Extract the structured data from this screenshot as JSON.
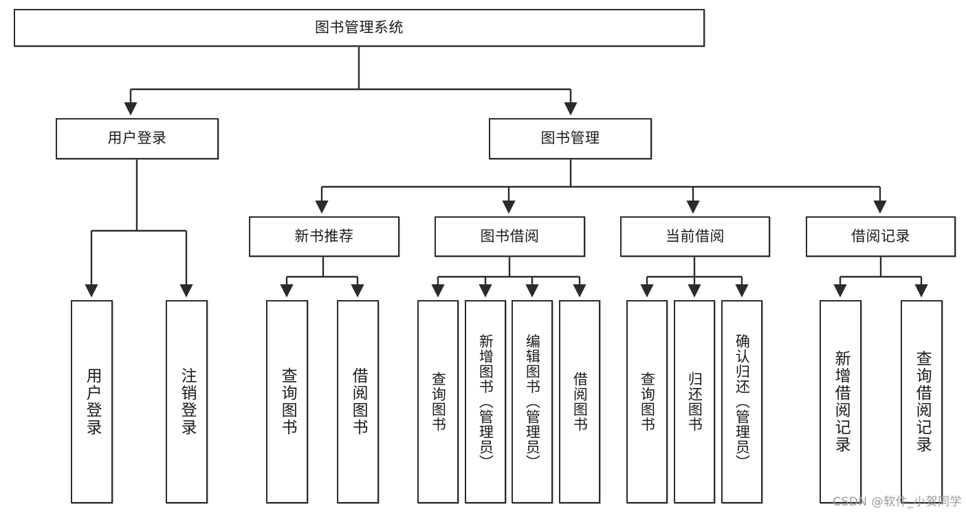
{
  "diagram": {
    "title": "图书管理系统",
    "watermark": "CSDN @软件_小贺同学",
    "colors": {
      "node_border": "#2b2b2b",
      "node_fill": "#ffffff",
      "edge": "#2b2b2b",
      "background": "#ffffff",
      "watermark": "#9a9a9a"
    },
    "root": {
      "label": "图书管理系统"
    },
    "level2": [
      {
        "label": "用户登录"
      },
      {
        "label": "图书管理"
      }
    ],
    "level3": [
      {
        "label": "新书推荐"
      },
      {
        "label": "图书借阅"
      },
      {
        "label": "当前借阅"
      },
      {
        "label": "借阅记录"
      }
    ],
    "leaves": {
      "user_login": [
        {
          "label": "用户登录"
        },
        {
          "label": "注销登录"
        }
      ],
      "new_book": [
        {
          "label": "查询图书"
        },
        {
          "label": "借阅图书"
        }
      ],
      "book_borrow": [
        {
          "label": "查询图书"
        },
        {
          "label": "新增图书（管理员）"
        },
        {
          "label": "编辑图书（管理员）"
        },
        {
          "label": "借阅图书"
        }
      ],
      "current_borrow": [
        {
          "label": "查询图书"
        },
        {
          "label": "归还图书"
        },
        {
          "label": "确认归还（管理员）"
        }
      ],
      "borrow_record": [
        {
          "label": "新增借阅记录"
        },
        {
          "label": "查询借阅记录"
        }
      ]
    }
  }
}
